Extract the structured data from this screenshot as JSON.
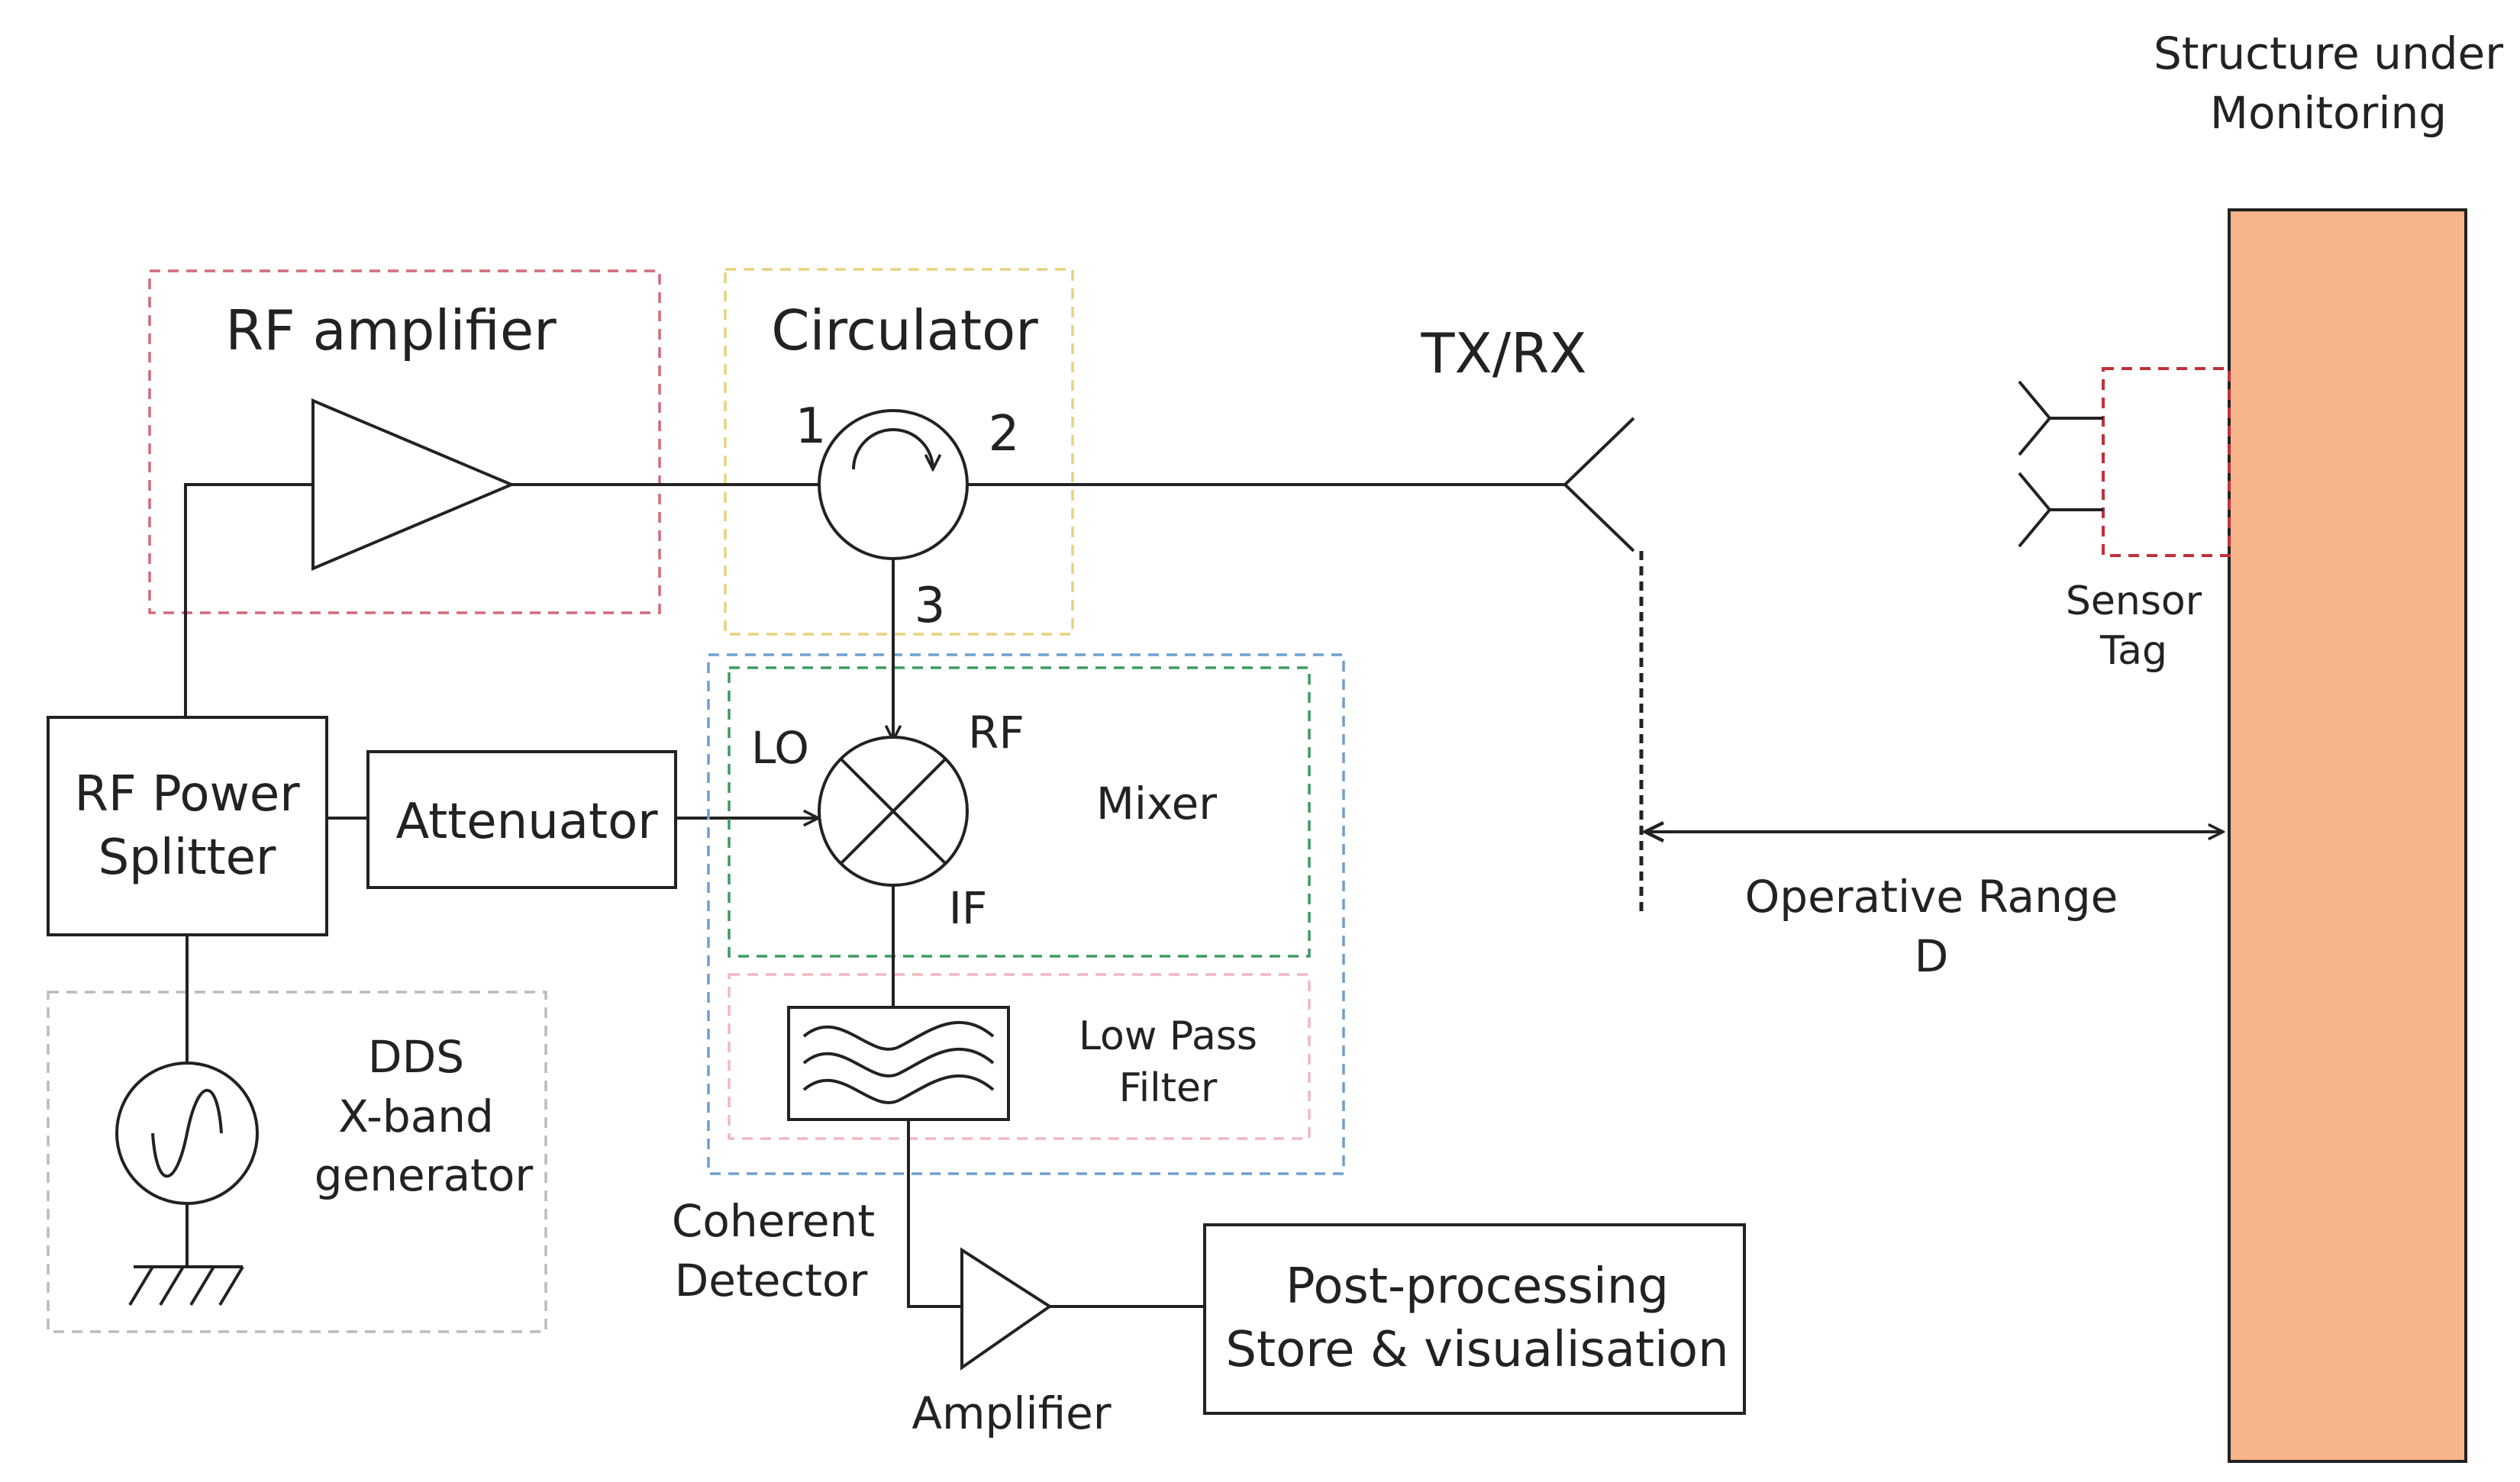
{
  "structure": {
    "title_line1": "Structure under",
    "title_line2": "Monitoring",
    "fill": "#f8b48a"
  },
  "rf_amplifier": {
    "label": "RF amplifier"
  },
  "circulator": {
    "label": "Circulator",
    "port1": "1",
    "port2": "2",
    "port3": "3"
  },
  "antenna": {
    "label": "TX/RX"
  },
  "sensor_tag": {
    "line1": "Sensor",
    "line2": "Tag"
  },
  "splitter": {
    "line1": "RF Power",
    "line2": "Splitter"
  },
  "attenuator": {
    "label": "Attenuator"
  },
  "mixer": {
    "label": "Mixer",
    "lo": "LO",
    "rf": "RF",
    "if": "IF"
  },
  "filter": {
    "line1": "Low Pass",
    "line2": "Filter"
  },
  "dds": {
    "line1": "DDS",
    "line2": "X-band",
    "line3": "generator"
  },
  "detector": {
    "line1": "Coherent",
    "line2": "Detector"
  },
  "amplifier": {
    "label": "Amplifier"
  },
  "post": {
    "line1": "Post-processing",
    "line2": "Store & visualisation"
  },
  "range": {
    "line1": "Operative Range",
    "line2": "D"
  },
  "colors": {
    "rf_amp_box": "#d46a7a",
    "circulator_box": "#e8d27a",
    "detector_box": "#6f9fcf",
    "mixer_box": "#3f9a62",
    "filter_box": "#f0b8c0",
    "dds_box": "#bbbbbb",
    "sensor_box": "#c0303a"
  }
}
